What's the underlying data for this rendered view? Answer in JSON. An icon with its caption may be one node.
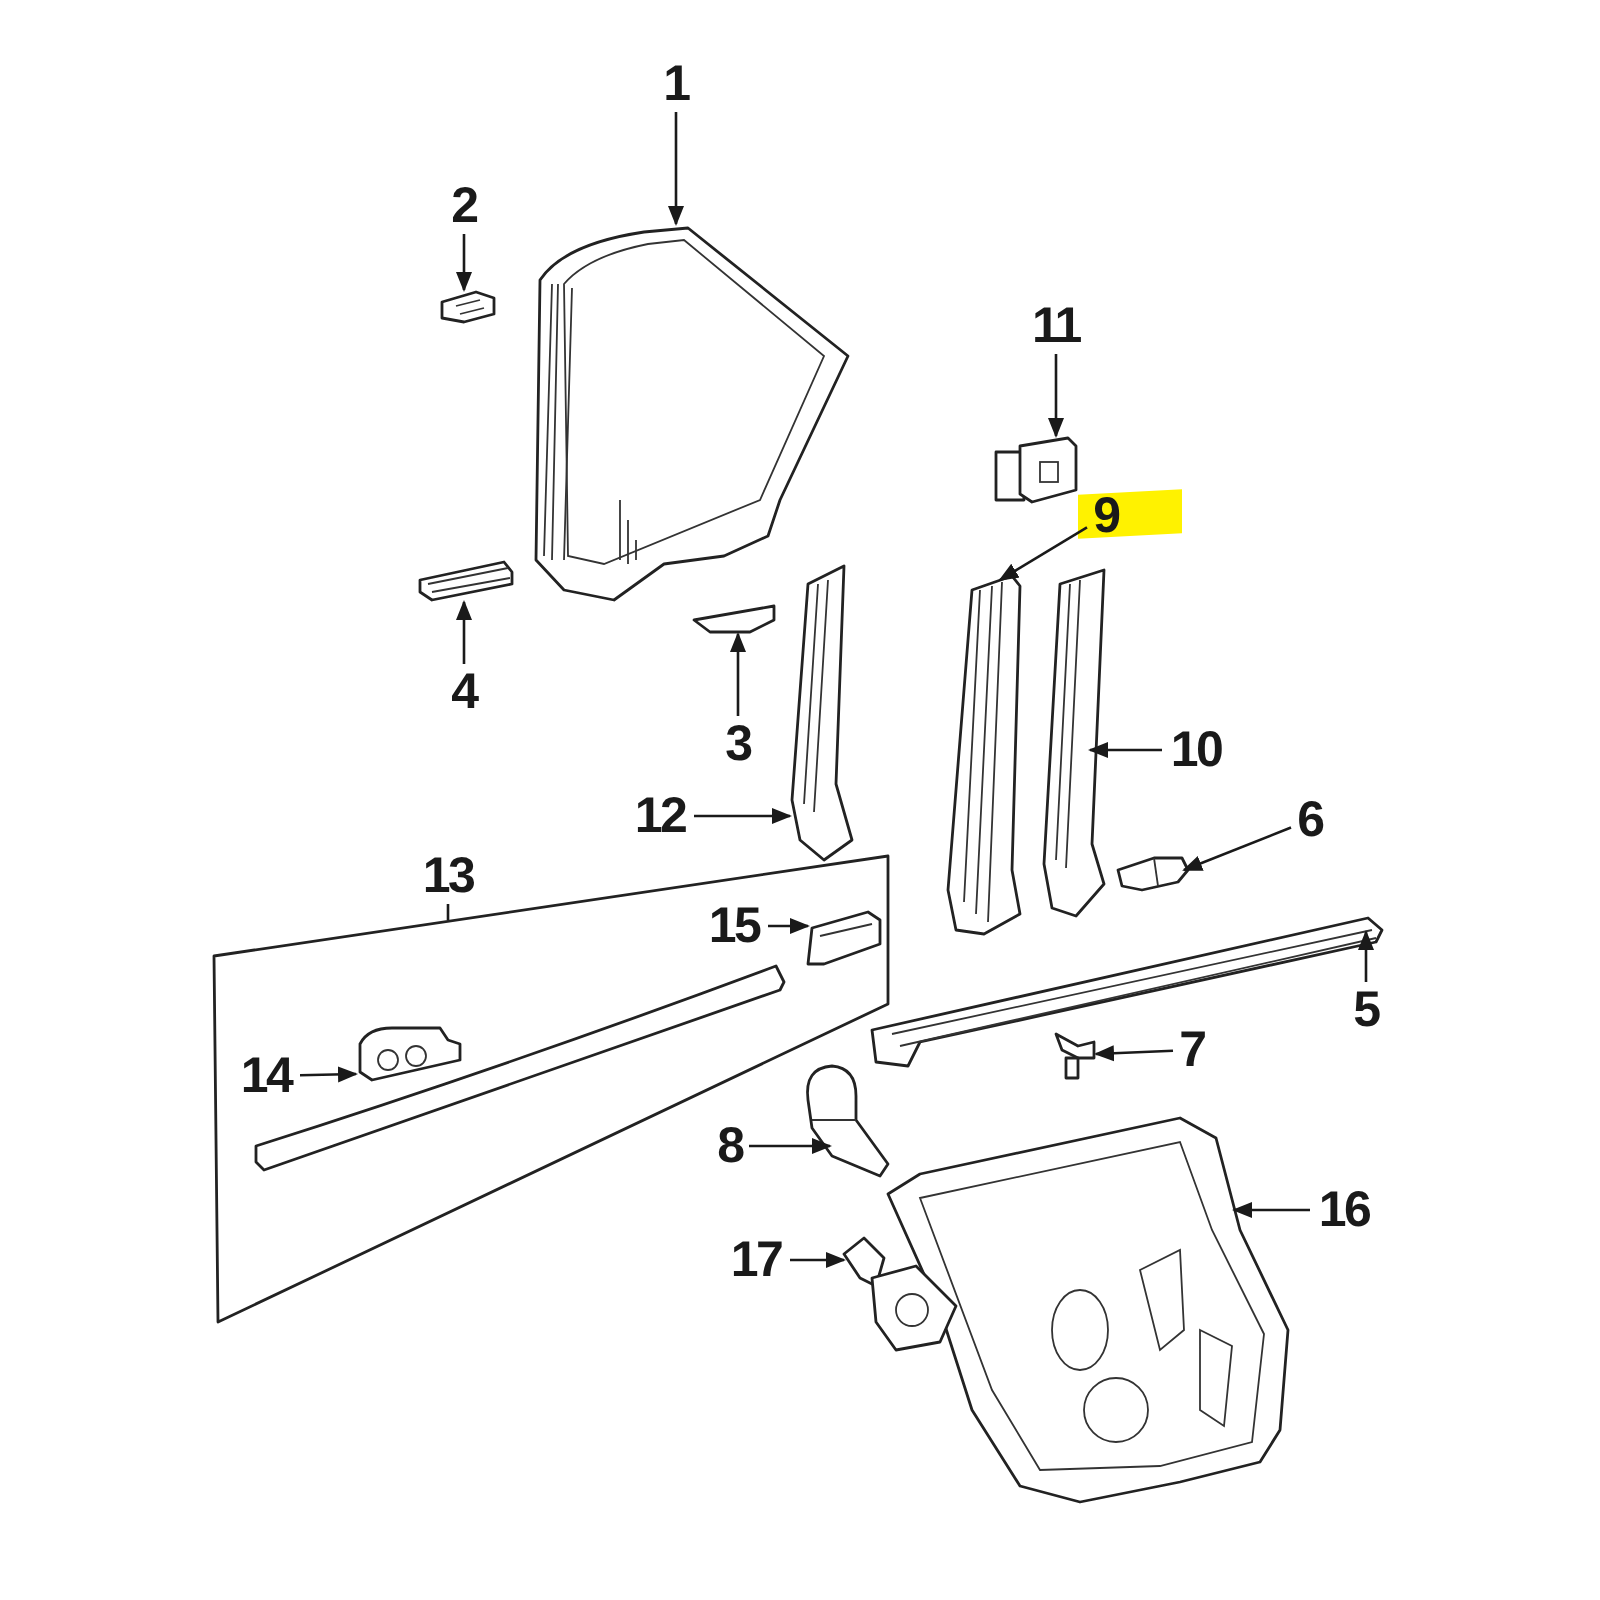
{
  "diagram": {
    "nodes": [
      {
        "text": [
          "1"
        ]
      },
      {
        "text": [
          "2"
        ]
      },
      {
        "text": [
          "3"
        ]
      },
      {
        "text": [
          "4"
        ]
      },
      {
        "text": [
          "5"
        ]
      },
      {
        "text": [
          "6"
        ]
      },
      {
        "text": [
          "7"
        ]
      },
      {
        "text": [
          "8"
        ]
      },
      {
        "text": [
          "9"
        ]
      },
      {
        "text": [
          "10"
        ]
      },
      {
        "text": [
          "11"
        ]
      },
      {
        "text": [
          "12"
        ]
      },
      {
        "text": [
          "13"
        ]
      },
      {
        "text": [
          "14"
        ],
        "in": 29
      },
      {
        "text": [
          "15"
        ],
        "in": 29
      },
      {
        "text": [
          "16"
        ]
      },
      {
        "text": [
          "17"
        ]
      },
      {
        "text": [],
        "shape": "picture"
      },
      {
        "text": [],
        "shape": "picture"
      },
      {
        "text": [],
        "shape": "picture"
      },
      {
        "text": [],
        "shape": "picture"
      },
      {
        "text": [],
        "shape": "picture"
      },
      {
        "text": [],
        "shape": "picture"
      },
      {
        "text": [],
        "shape": "picture"
      },
      {
        "text": [],
        "shape": "picture"
      },
      {
        "text": [],
        "shape": "picture"
      },
      {
        "text": [],
        "shape": "picture"
      },
      {
        "text": [],
        "shape": "picture"
      },
      {
        "text": [],
        "shape": "picture"
      },
      {
        "text": [],
        "shape": "picture"
      },
      {
        "text": [],
        "shape": "picture",
        "in": 29
      },
      {
        "text": [],
        "shape": "picture",
        "in": 29
      },
      {
        "text": [],
        "shape": "picture"
      },
      {
        "text": [],
        "shape": "picture"
      }
    ],
    "edges": [
      {
        "from": 0,
        "to": 17,
        "arrow": "to"
      },
      {
        "from": 1,
        "to": 18,
        "arrow": "to"
      },
      {
        "from": 2,
        "to": 19,
        "arrow": "to"
      },
      {
        "from": 3,
        "to": 20,
        "arrow": "to"
      },
      {
        "from": 4,
        "to": 21,
        "arrow": "to"
      },
      {
        "from": 5,
        "to": 22,
        "arrow": "to"
      },
      {
        "from": 6,
        "to": 23,
        "arrow": "to"
      },
      {
        "from": 7,
        "to": 24,
        "arrow": "to"
      },
      {
        "from": 8,
        "to": 25,
        "arrow": "to"
      },
      {
        "from": 9,
        "to": 26,
        "arrow": "to"
      },
      {
        "from": 10,
        "to": 27,
        "arrow": "to"
      },
      {
        "from": 11,
        "to": 28,
        "arrow": "to"
      },
      {
        "from": 12,
        "to": 29,
        "arrow": "none"
      },
      {
        "from": 13,
        "to": 30,
        "arrow": "to"
      },
      {
        "from": 14,
        "to": 31,
        "arrow": "to"
      },
      {
        "from": 15,
        "to": 32,
        "arrow": "to"
      },
      {
        "from": 16,
        "to": 33,
        "arrow": "to"
      }
    ]
  }
}
